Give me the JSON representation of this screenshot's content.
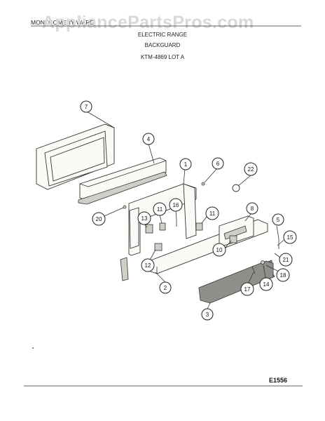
{
  "header": {
    "brand": "MONTGOMERY WARD",
    "watermark": "AppliancePartsPros.com",
    "line1": "ELECTRIC RANGE",
    "line2": "BACKGUARD",
    "line3": "KTM-4869 LOT A"
  },
  "footer": {
    "code": "E1556"
  },
  "callouts": [
    {
      "label": "7"
    },
    {
      "label": "4"
    },
    {
      "label": "1"
    },
    {
      "label": "6"
    },
    {
      "label": "22"
    },
    {
      "label": "20"
    },
    {
      "label": "11"
    },
    {
      "label": "16"
    },
    {
      "label": "11"
    },
    {
      "label": "8"
    },
    {
      "label": "13"
    },
    {
      "label": "5"
    },
    {
      "label": "15"
    },
    {
      "label": "10"
    },
    {
      "label": "21"
    },
    {
      "label": "12"
    },
    {
      "label": "18"
    },
    {
      "label": "2"
    },
    {
      "label": "17"
    },
    {
      "label": "14"
    },
    {
      "label": "3"
    }
  ]
}
